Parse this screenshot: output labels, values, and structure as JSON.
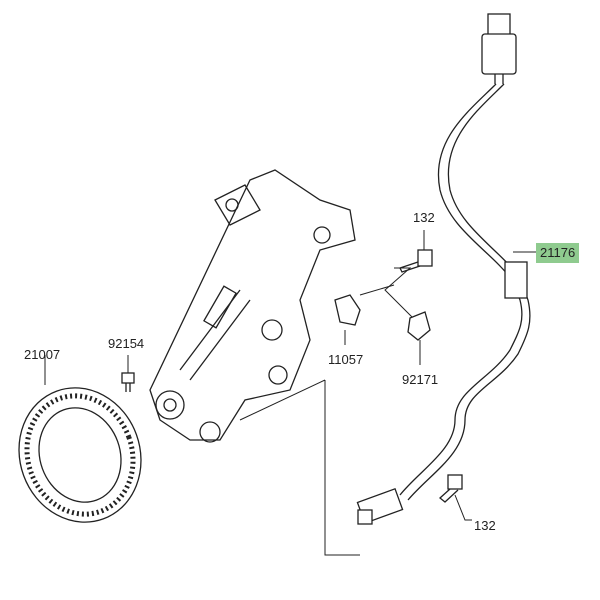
{
  "parts": [
    {
      "id": "abs-sensor-cable",
      "number": "21176",
      "highlighted": true
    },
    {
      "id": "bolt-top",
      "number": "132"
    },
    {
      "id": "clamp",
      "number": "11057"
    },
    {
      "id": "clip",
      "number": "92171"
    },
    {
      "id": "screw",
      "number": "92154"
    },
    {
      "id": "abs-rotor",
      "number": "21007"
    },
    {
      "id": "bolt-bottom",
      "number": "132"
    }
  ],
  "colors": {
    "highlight": "#8fcb8f",
    "line": "#222222"
  }
}
